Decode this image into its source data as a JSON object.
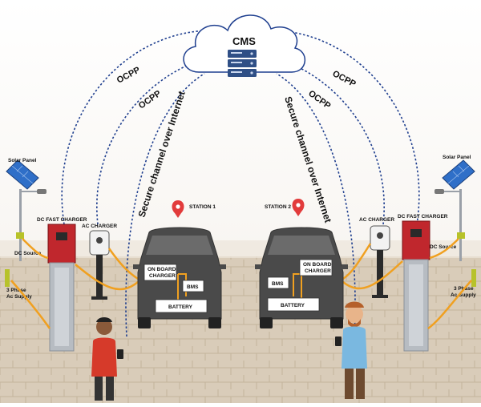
{
  "cms": {
    "title": "CMS",
    "icon": "server-icon"
  },
  "links": {
    "ocpp_outer_left": "OCPP",
    "ocpp_inner_left": "OCPP",
    "secure_left": "Secure channel over Internet",
    "ocpp_outer_right": "OCPP",
    "ocpp_inner_right": "OCPP",
    "secure_right": "Secure channel over Internet"
  },
  "station1": {
    "label": "STATION 1",
    "solar_panel": "Solar Panel",
    "dc_source": "DC Source",
    "ac_supply_line1": "3 Phase",
    "ac_supply_line2": "Ac Supply",
    "dc_fast_charger": "DC FAST CHARGER",
    "ac_charger": "AC CHARGER",
    "on_board_charger_line1": "ON BOARD",
    "on_board_charger_line2": "CHARGER",
    "bms": "BMS",
    "battery": "BATTERY"
  },
  "station2": {
    "label": "STATION 2",
    "solar_panel": "Solar Panel",
    "dc_source": "DC Source",
    "ac_supply_line1": "3 Phase",
    "ac_supply_line2": "Ac Supply",
    "dc_fast_charger": "DC FAST CHARGER",
    "ac_charger": "AC CHARGER",
    "on_board_charger_line1": "ON BOARD",
    "on_board_charger_line2": "CHARGER",
    "bms": "BMS",
    "battery": "BATTERY"
  },
  "colors": {
    "link": "#1f3f8f",
    "charger_red": "#c0272d",
    "car_body": "#4a4a4a",
    "cable": "#f0a020",
    "pin": "#e23b3b",
    "floor": "#d8cbb8",
    "solar_blue": "#2f6fc8"
  }
}
